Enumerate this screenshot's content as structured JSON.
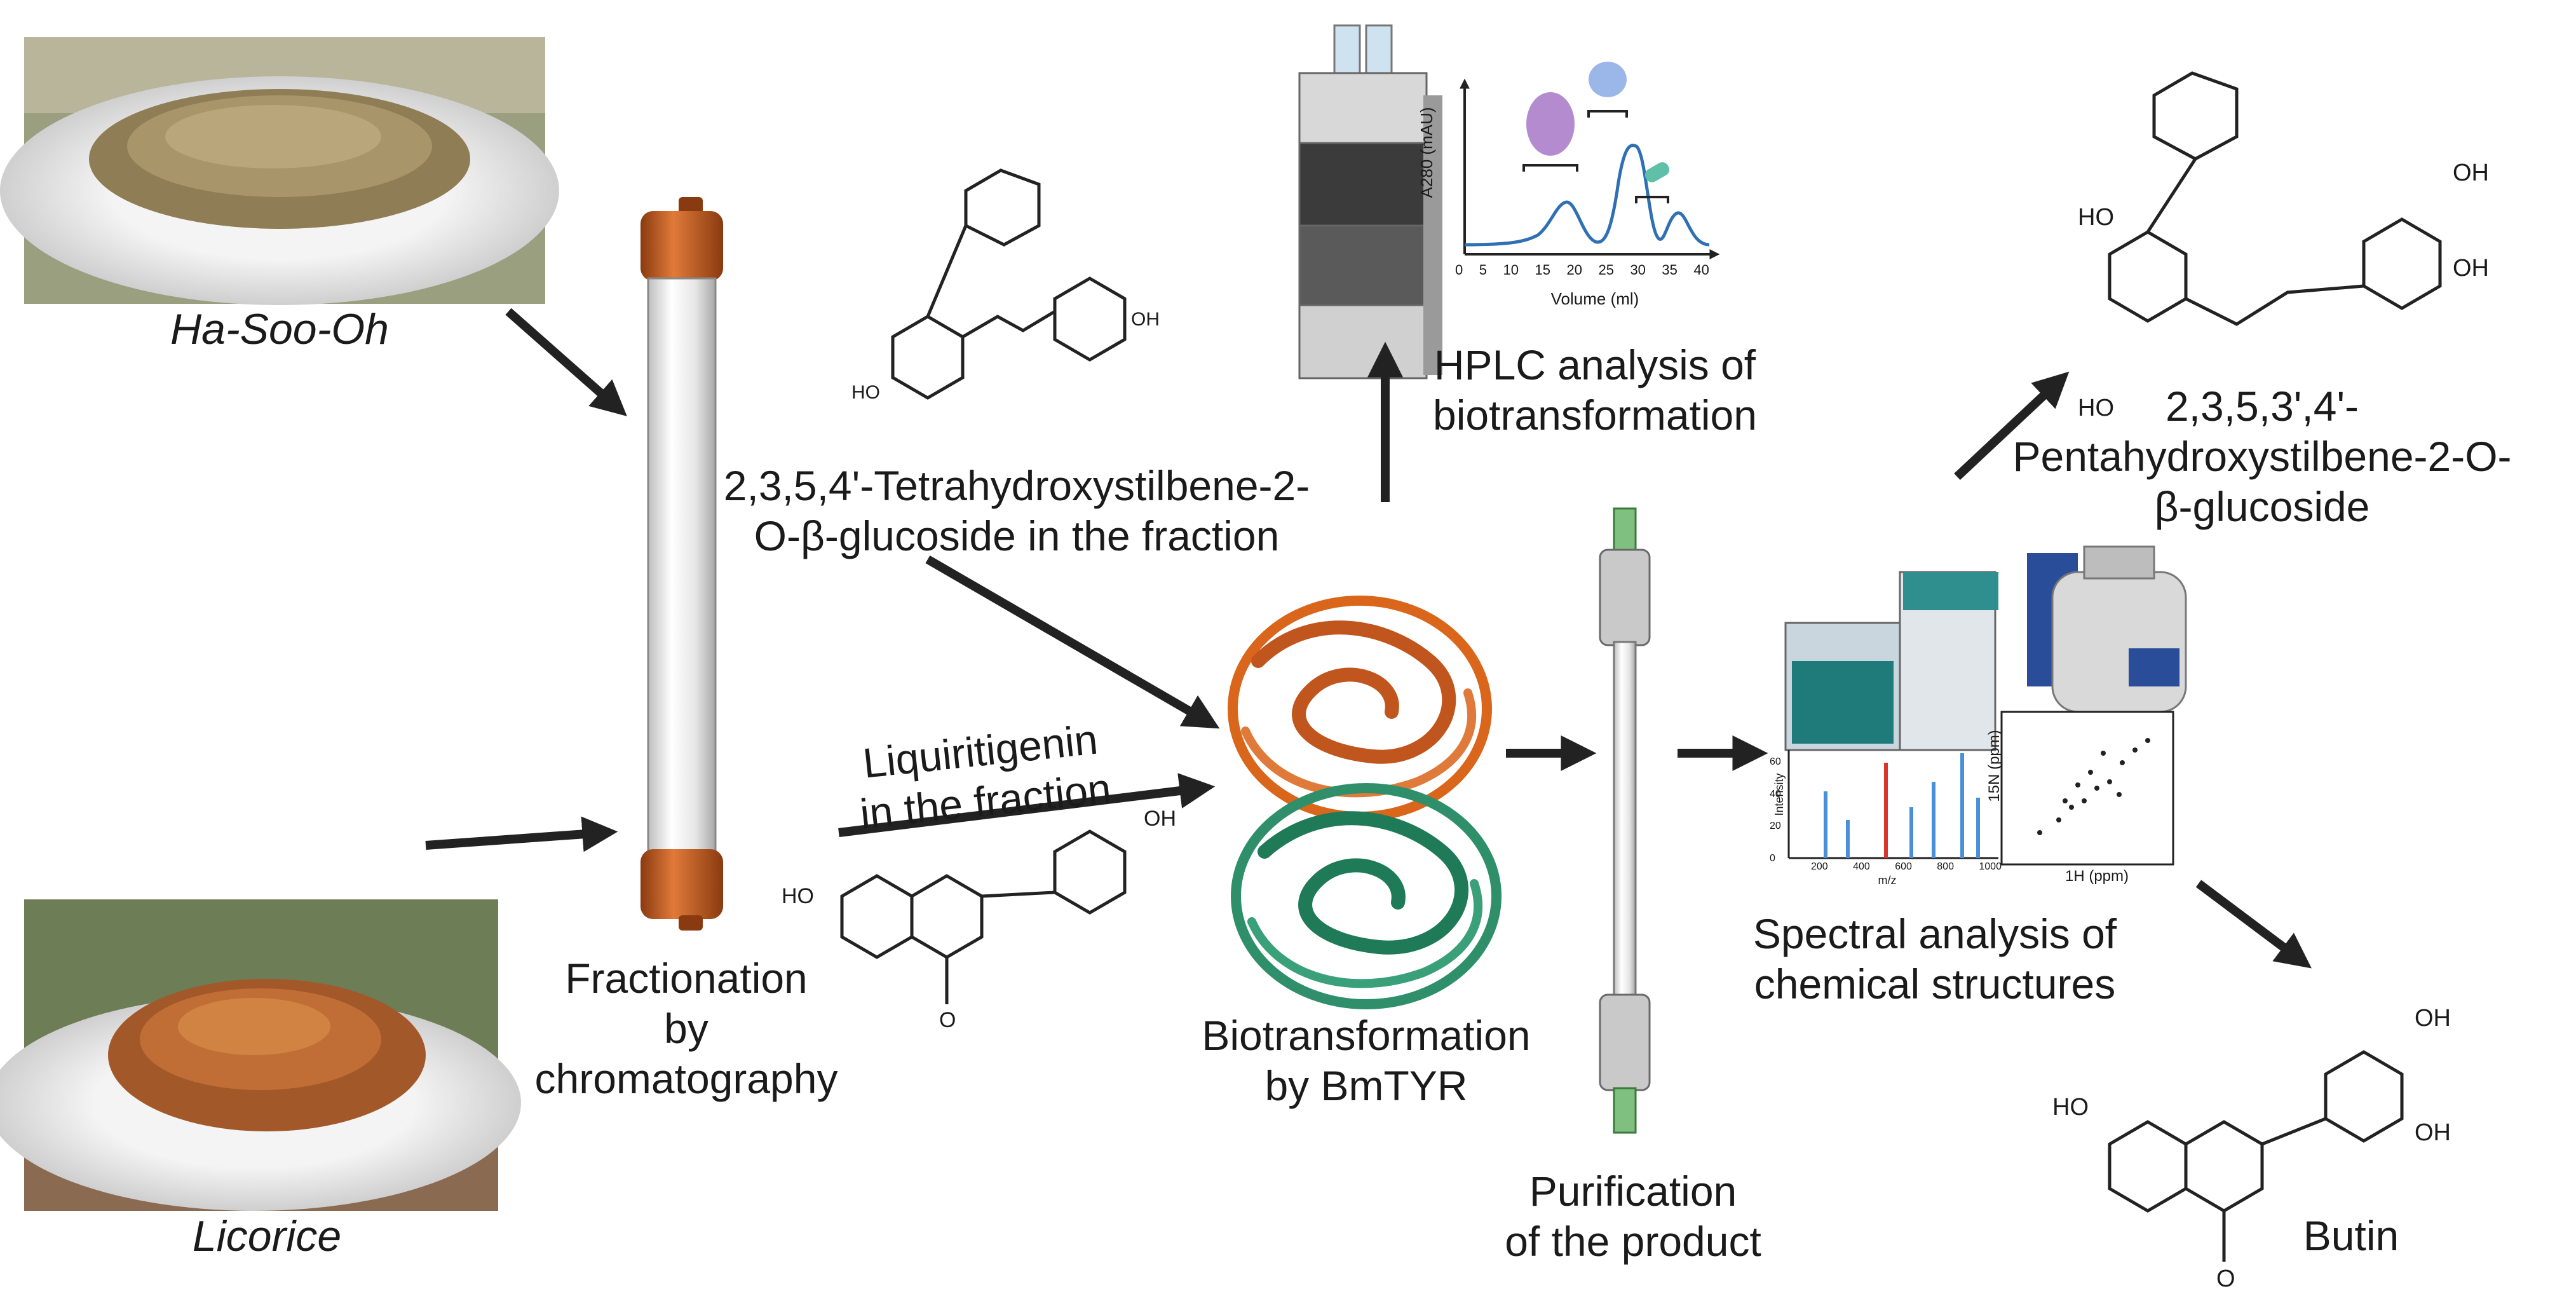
{
  "sources": {
    "ha_soo_oh": "Ha-Soo-Oh",
    "licorice": "Licorice"
  },
  "steps": {
    "fractionation_1": "Fractionation",
    "fractionation_2": "by chromatography",
    "compound1_1": "2,3,5,4'-Tetrahydroxystilbene-2-",
    "compound1_2": "O-β-glucoside in the fraction",
    "liquiritigenin_1": "Liquiritigenin",
    "liquiritigenin_2": "in the fraction",
    "biotransformation_1": "Biotransformation",
    "biotransformation_2": "by BmTYR",
    "hplc_1": "HPLC analysis of",
    "hplc_2": "biotransformation",
    "purification_1": "Purification",
    "purification_2": "of the product",
    "spectral_1": "Spectral analysis of",
    "spectral_2": "chemical structures",
    "product1_1": "2,3,5,3',4'-",
    "product1_2": "Pentahydroxystilbene-2-O-",
    "product1_3": "β-glucoside",
    "product2": "Butin"
  },
  "atoms": {
    "ho": "HO",
    "oh": "OH",
    "o": "O"
  },
  "hplc_chart": {
    "ylabel": "A280 (mAU)",
    "xlabel": "Volume (ml)",
    "ticks": [
      "0",
      "5",
      "10",
      "15",
      "20",
      "25",
      "30",
      "35",
      "40"
    ]
  },
  "spectra": {
    "ms_ylabel": "Intensity",
    "ms_xlabel": "m/z",
    "ms_yticks": [
      "60",
      "40",
      "20",
      "0"
    ],
    "ms_xticks": [
      "200",
      "400",
      "600",
      "800",
      "1000"
    ],
    "nmr_ylabel": "15N (ppm)",
    "nmr_xlabel": "1H (ppm)"
  },
  "colors": {
    "arrow": "#222222",
    "column_cap": "#c0561d",
    "protein_orange": "#d9661a",
    "protein_green": "#2f8f6b",
    "hplc_line": "#2f6fb3",
    "ms_blue": "#4a90d9",
    "ms_red": "#d9352a"
  }
}
